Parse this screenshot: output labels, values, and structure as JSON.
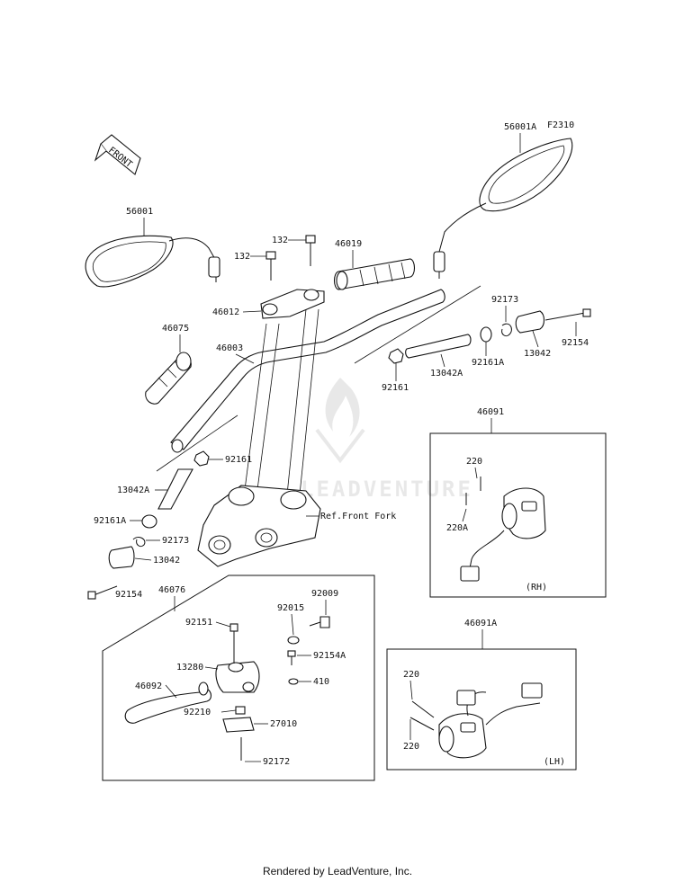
{
  "figure_code": "F2310",
  "front_badge": "FRONT",
  "watermark": "LEADVENTURE",
  "ref_note": "Ref.Front Fork",
  "footer": "Rendered by LeadVenture, Inc.",
  "parts": {
    "p56001": "56001",
    "p56001A": "56001A",
    "p132_top": "132",
    "p132_left": "132",
    "p46019": "46019",
    "p46012": "46012",
    "p46075": "46075",
    "p46003": "46003",
    "p92173_r": "92173",
    "p92154_r": "92154",
    "p13042_r": "13042",
    "p92161A_r": "92161A",
    "p13042A_r": "13042A",
    "p92161_r": "92161",
    "p92161_l": "92161",
    "p13042A_l": "13042A",
    "p92161A_l": "92161A",
    "p92173_l": "92173",
    "p13042_l": "13042",
    "p92154_l": "92154",
    "p46091": "46091",
    "p220_rh": "220",
    "p220A_rh": "220A",
    "p46076": "46076",
    "p92009": "92009",
    "p92015": "92015",
    "p92151": "92151",
    "p92154A": "92154A",
    "p13280": "13280",
    "p410": "410",
    "p46092": "46092",
    "p92210": "92210",
    "p27010": "27010",
    "p92172": "92172",
    "p46091A": "46091A",
    "p220_lh_top": "220",
    "p220_lh_bot": "220"
  },
  "box_tags": {
    "rh": "(RH)",
    "lh": "(LH)"
  }
}
